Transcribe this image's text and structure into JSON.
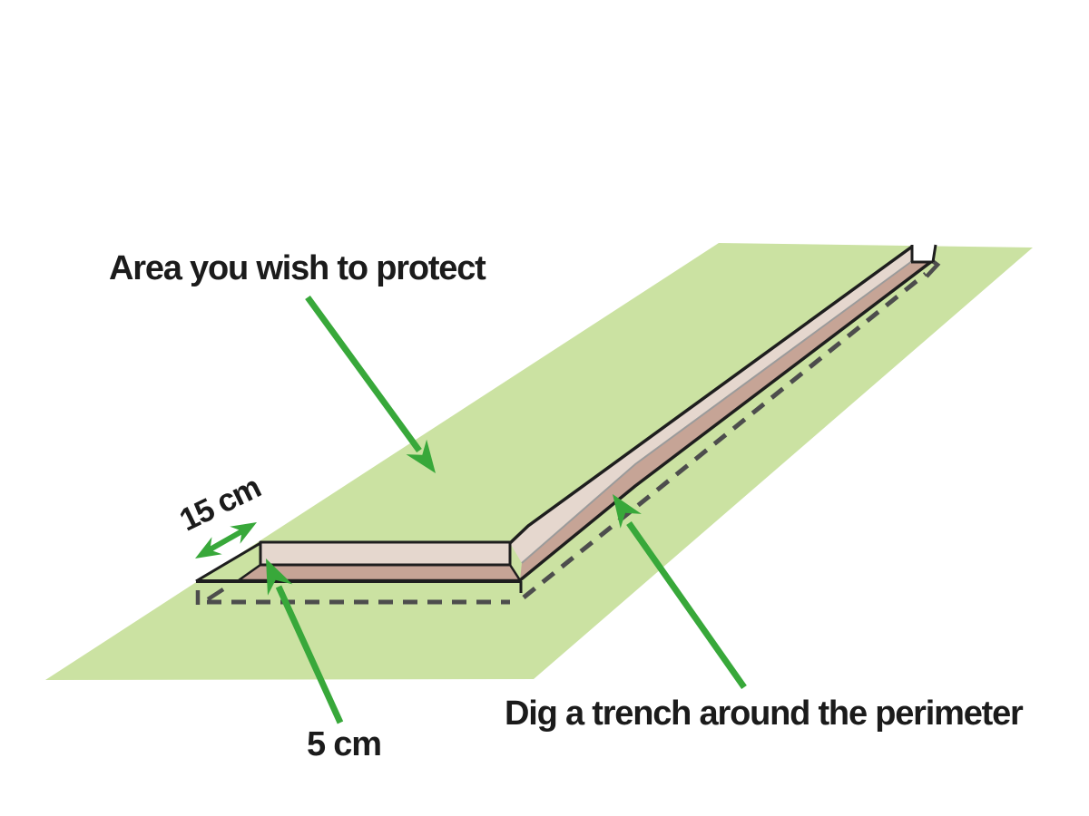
{
  "figure": {
    "type": "illustrated-diagram",
    "subject": "protecting an area with a buried perimeter barrier",
    "labels": {
      "area": "Area you wish to protect",
      "board_width": "15 cm",
      "board_thickness": "5 cm",
      "trench": "Dig a trench around the perimeter"
    },
    "colors": {
      "field_green": "#cbe2a2",
      "board_top": "#e5d7ce",
      "board_side": "#c6a496",
      "arrow_green": "#38a83a",
      "outline": "#1e1e1e",
      "dash_gray": "#4d4d4d",
      "boundary_gray": "#9b9b9b",
      "text": "#1b1b1b",
      "background": "#ffffff"
    }
  }
}
